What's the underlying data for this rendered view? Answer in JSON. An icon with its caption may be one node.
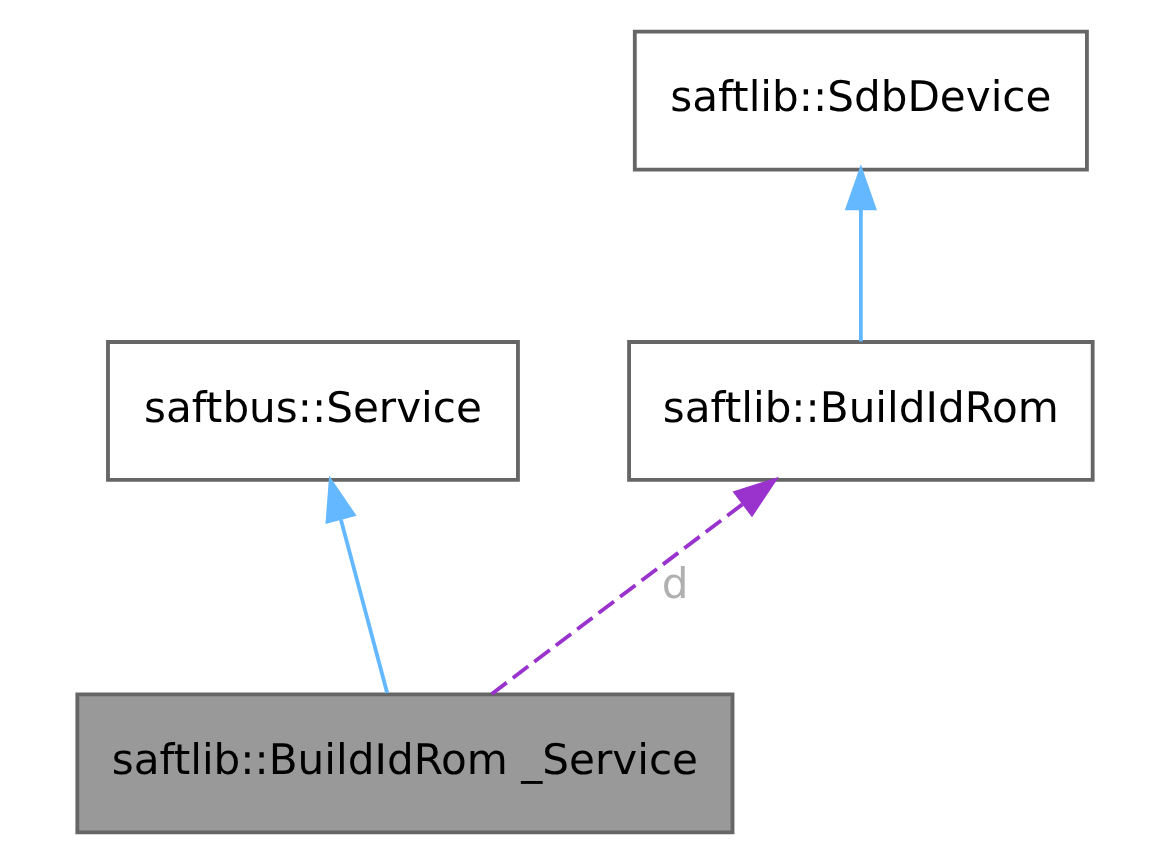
{
  "diagram": {
    "nodes": [
      {
        "text": [
          "saftlib::SdbDevice"
        ]
      },
      {
        "text": [
          "saftbus::Service"
        ]
      },
      {
        "text": [
          "saftlib::BuildIdRom"
        ]
      },
      {
        "text": [
          "saftlib::BuildIdRom _Service"
        ]
      }
    ],
    "edges": [
      {
        "from": 2,
        "to": 0,
        "arrow": "to",
        "color": "#63b8ff"
      },
      {
        "from": 3,
        "to": 1,
        "arrow": "to",
        "color": "#63b8ff"
      },
      {
        "from": 3,
        "to": 2,
        "arrow": "to",
        "style": "dashed",
        "color": "#9a32cd",
        "label": "d"
      }
    ]
  }
}
